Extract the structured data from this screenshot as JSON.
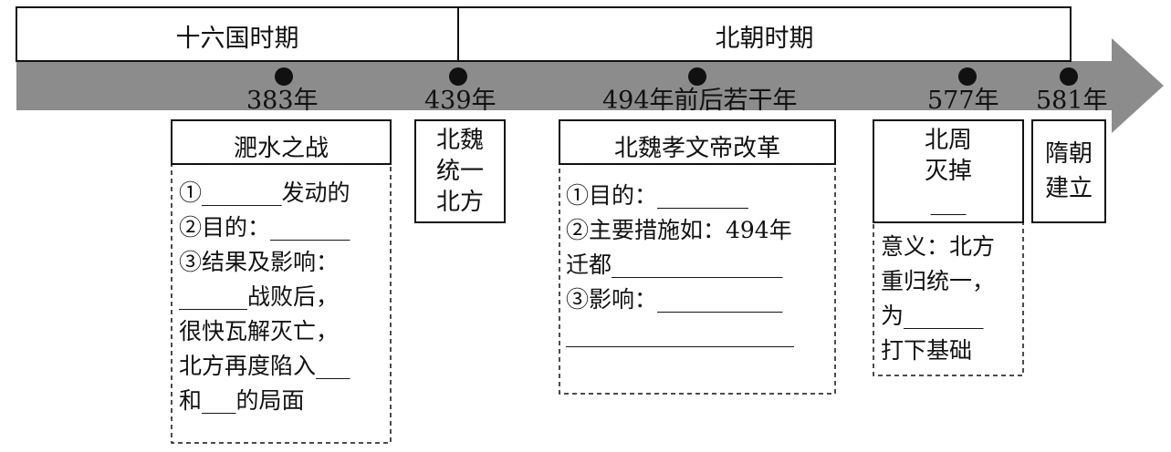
{
  "periods": {
    "shiliuguo": "十六国时期",
    "beichao": "北朝时期"
  },
  "years": {
    "y383": "383年",
    "y439": "439年",
    "y494": "494年前后若干年",
    "y577": "577年",
    "y581": "581年"
  },
  "feishui": {
    "title": "淝水之战",
    "line1": "①_______发动的",
    "line2": "②目的：_______",
    "line3": "③结果及影响：",
    "line4": "______战败后，",
    "line5": "很快瓦解灭亡，",
    "line6": "北方再度陷入___",
    "line7": "和___的局面"
  },
  "beiwei_unify": {
    "line1": "北魏",
    "line2": "统一",
    "line3": "北方"
  },
  "reform": {
    "title": "北魏孝文帝改革",
    "line1": "①目的：________",
    "line2": "②主要措施如：494年",
    "line3": "迁都_______________",
    "line4": "③影响：___________",
    "line5": "____________________"
  },
  "beizhou": {
    "line1": "北周",
    "line2": "灭掉",
    "line3": "___",
    "m1": "意义：北方",
    "m2": "重归统一，",
    "m3": "为_______",
    "m4": "打下基础"
  },
  "sui": {
    "line1": "隋朝",
    "line2": "建立"
  },
  "colors": {
    "arrow": "#8c8c8c",
    "ink": "#111111"
  }
}
